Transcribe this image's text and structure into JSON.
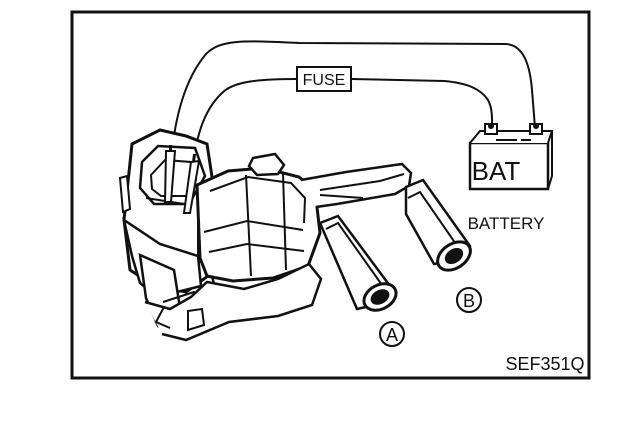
{
  "diagram": {
    "labels": {
      "fuse": "FUSE",
      "battery_face": "BAT",
      "battery": "BATTERY",
      "port_a": "A",
      "port_b": "B",
      "code": "SEF351Q"
    },
    "colors": {
      "ink": "#111111",
      "paper": "#ffffff",
      "shade": "#d0d0d0"
    },
    "icons": {
      "battery": "battery-icon",
      "fuse": "fuse-icon",
      "valve": "solenoid-valve-icon",
      "probe": "test-probe-icon"
    }
  }
}
